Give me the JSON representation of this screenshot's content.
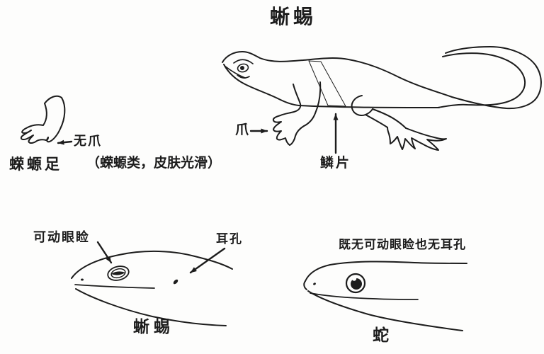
{
  "colors": {
    "background": "#fdfdfc",
    "ink": "#1c1c1c"
  },
  "title": "蜥蜴",
  "main_lizard": {
    "claw_label": "爪",
    "scales_label": "鳞片"
  },
  "newt_foot": {
    "no_claw_label": "无爪",
    "caption": "蝾螈足",
    "note": "（蝾螈类，皮肤光滑）"
  },
  "lizard_head": {
    "movable_eyelid_label": "可动眼睑",
    "ear_hole_label": "耳孔",
    "caption": "蜥蜴"
  },
  "snake_head": {
    "note": "既无可动眼睑也无耳孔",
    "caption": "蛇"
  }
}
